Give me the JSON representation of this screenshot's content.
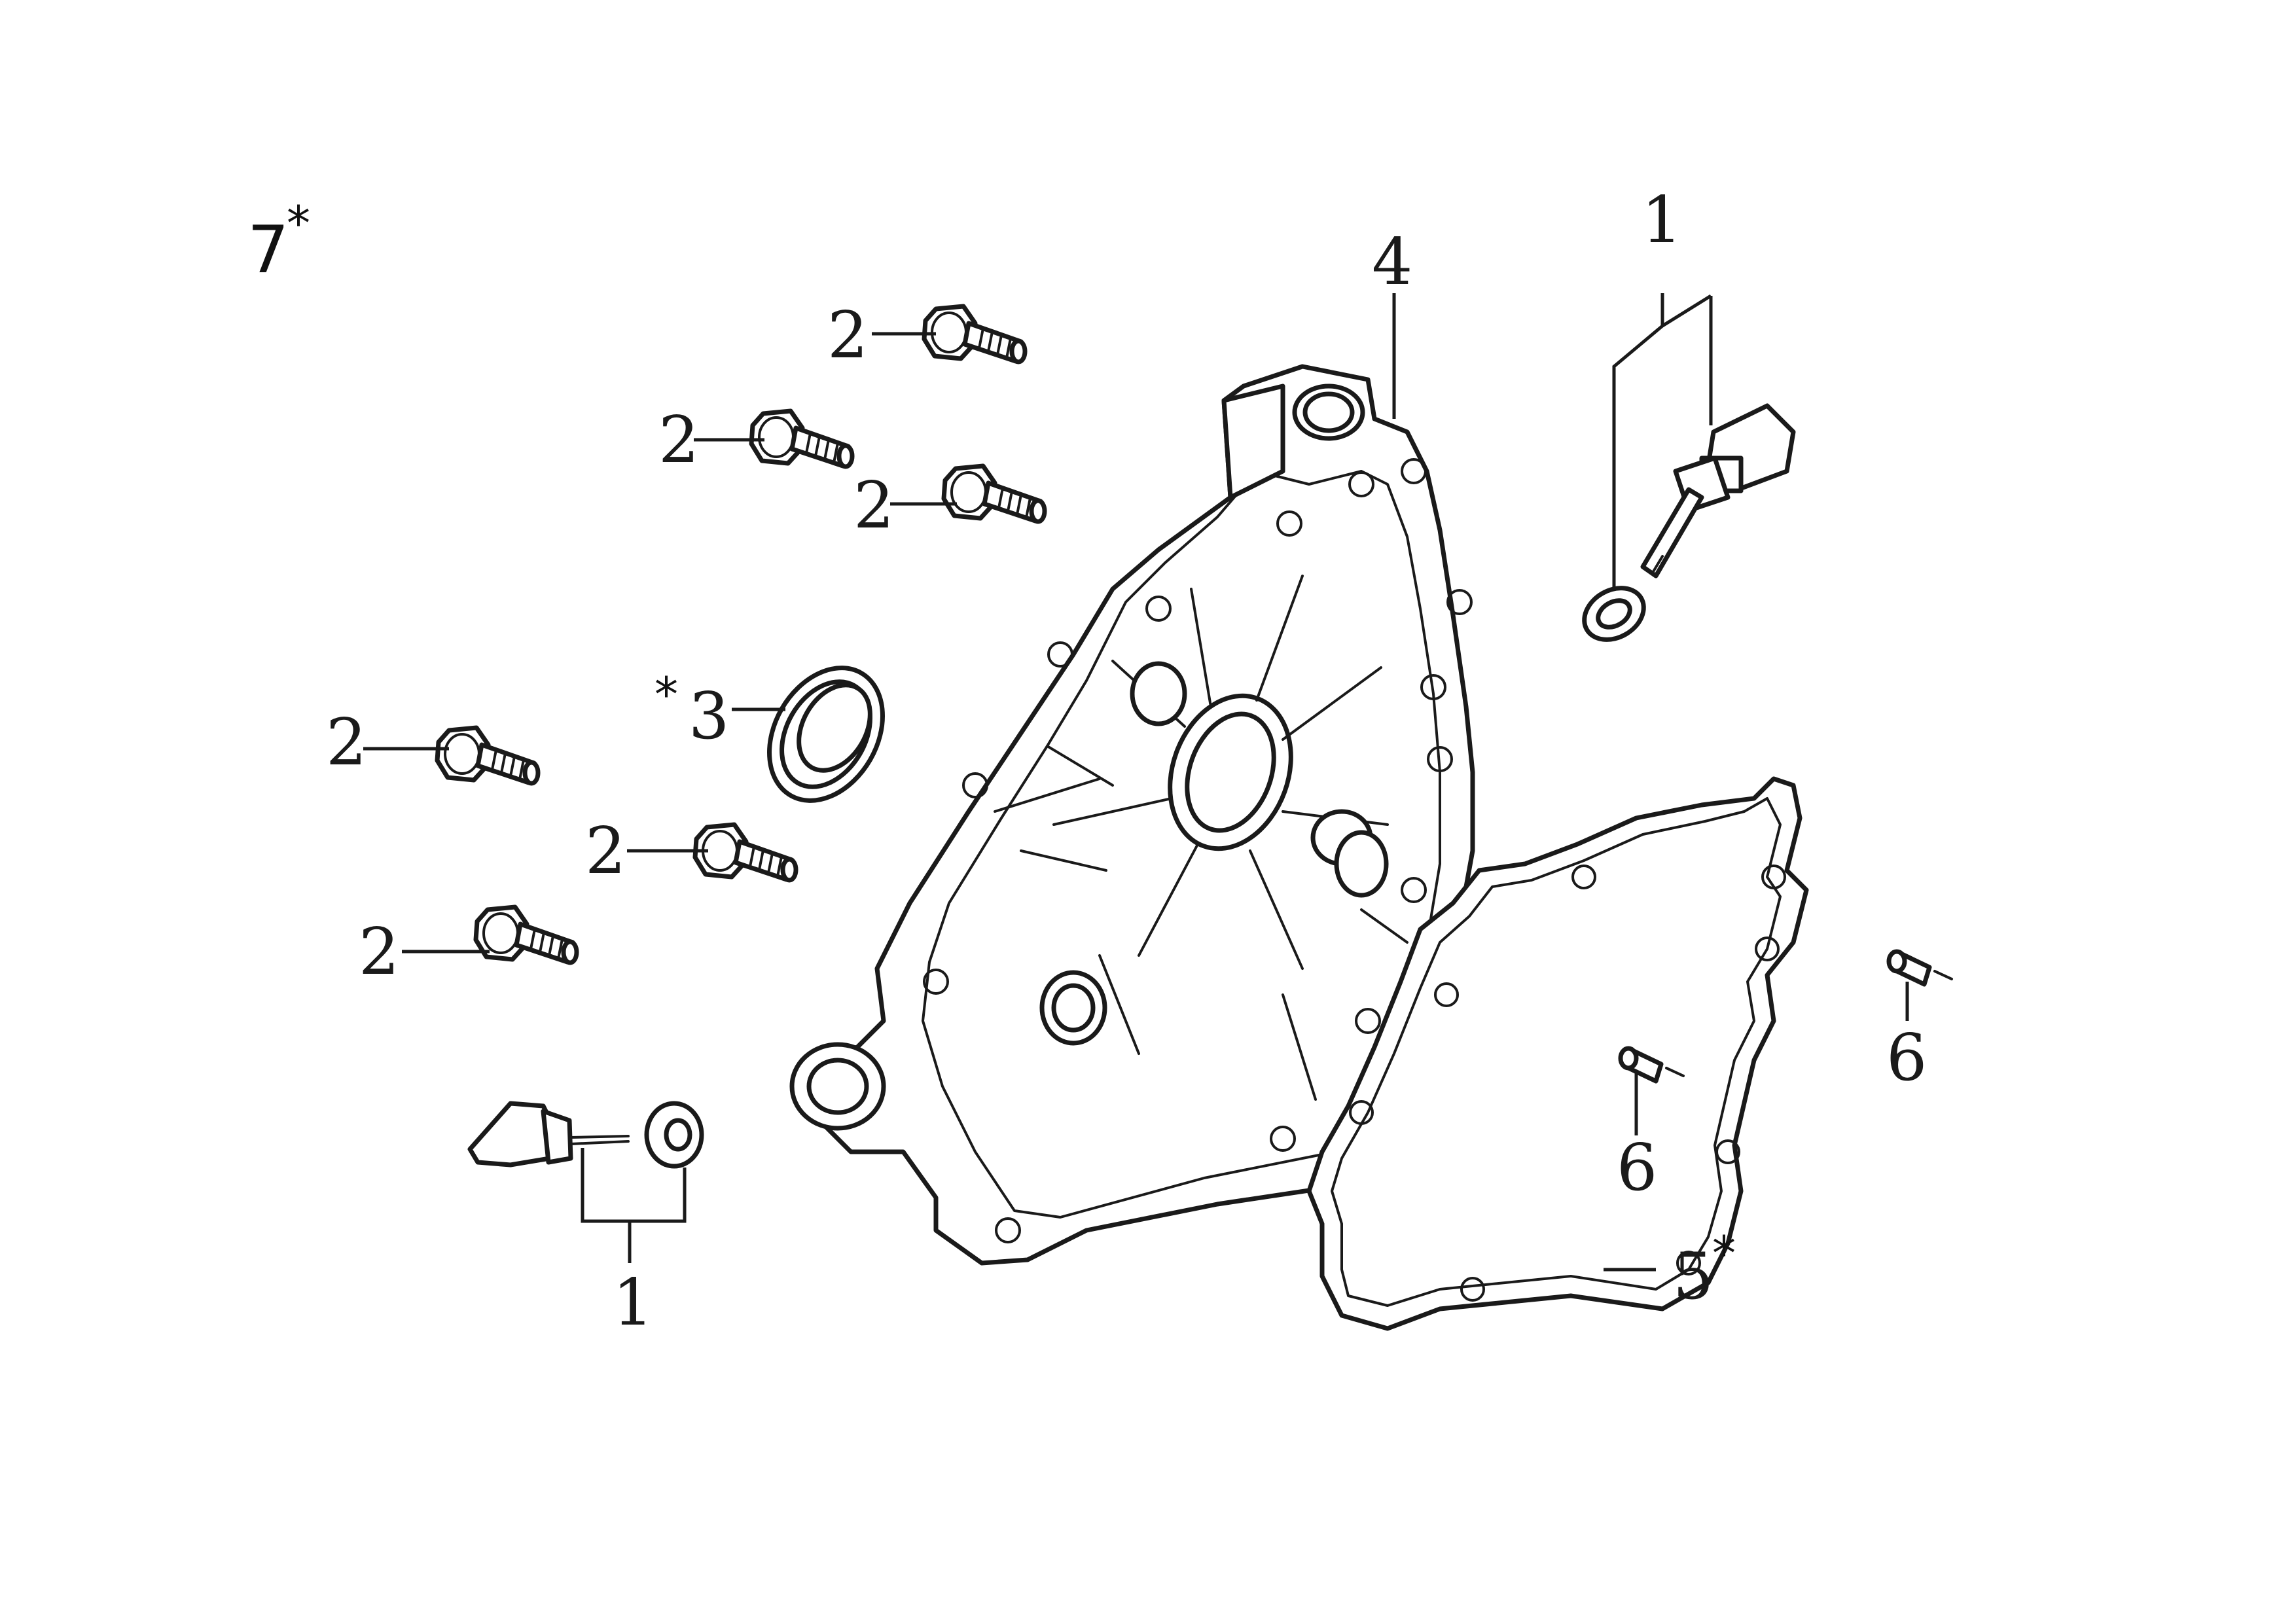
{
  "assembly": {
    "group_number": "7",
    "group_star": "*"
  },
  "callouts": {
    "drain_plug_top": "1",
    "drain_plug_bottom": "1",
    "bolt_a": "2",
    "bolt_b": "2",
    "bolt_c": "2",
    "bolt_d": "2",
    "bolt_e": "2",
    "bolt_f": "2",
    "oil_seal": "3",
    "oil_seal_star": "*",
    "crankcase_cover": "4",
    "gasket": "5",
    "gasket_star": "*",
    "dowel_pin_a": "6",
    "dowel_pin_b": "6"
  },
  "icons": {
    "bolt": "flange-bolt-icon",
    "plug": "oil-filler-plug-icon",
    "seal": "oil-seal-icon",
    "pin": "dowel-pin-icon"
  }
}
